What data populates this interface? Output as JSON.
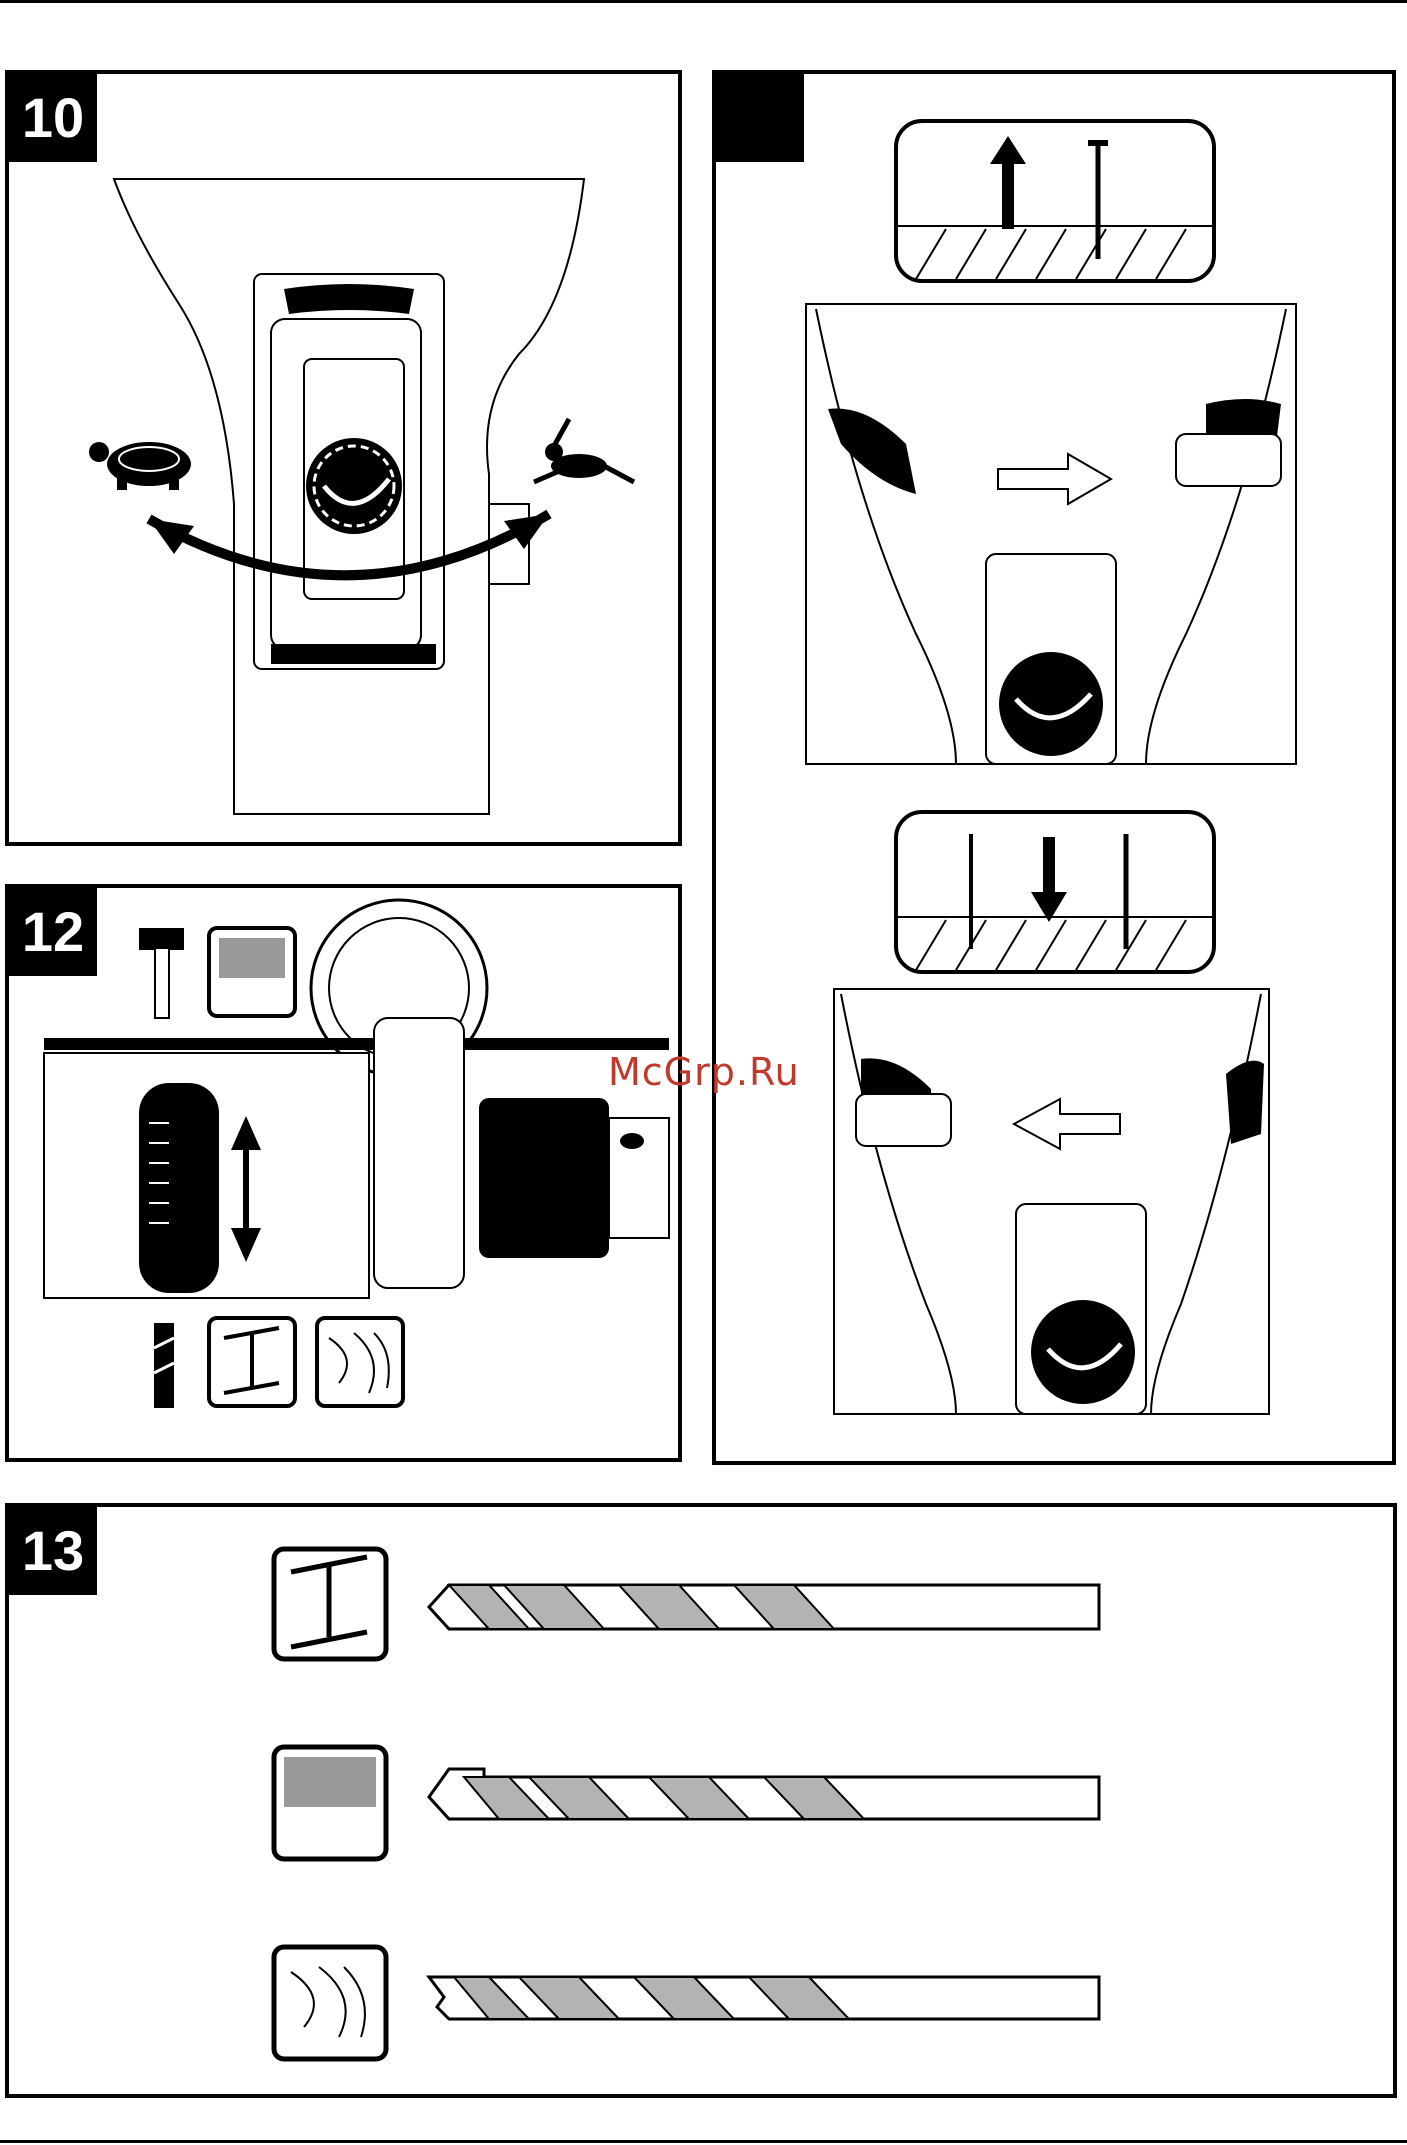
{
  "page": {
    "panels": [
      {
        "id": "10",
        "label": "10"
      },
      {
        "id": "11",
        "label": ""
      },
      {
        "id": "12",
        "label": "12"
      },
      {
        "id": "13",
        "label": "13"
      }
    ],
    "watermark": "McGrp.Ru"
  },
  "icons": {
    "panel10": [
      "drill-body-icon",
      "speed-dial-icon",
      "turtle-slow-icon",
      "rabbit-fast-icon",
      "double-arrow-icon"
    ],
    "panel11": [
      "screw-out-icon",
      "screw-in-icon",
      "switch-right-icon",
      "switch-left-icon"
    ],
    "panel12": [
      "hammer-icon",
      "masonry-icon",
      "drill-bit-icon",
      "steel-beam-icon",
      "wood-icon",
      "depth-stop-icon"
    ],
    "panel13": [
      "steel-beam-icon",
      "masonry-icon",
      "wood-icon",
      "metal-drill-bit",
      "masonry-drill-bit",
      "wood-drill-bit"
    ]
  },
  "colors": {
    "ink": "#000000",
    "paper": "#ffffff",
    "bit_fill": "#b3b3b3",
    "watermark": "#c0392b"
  }
}
